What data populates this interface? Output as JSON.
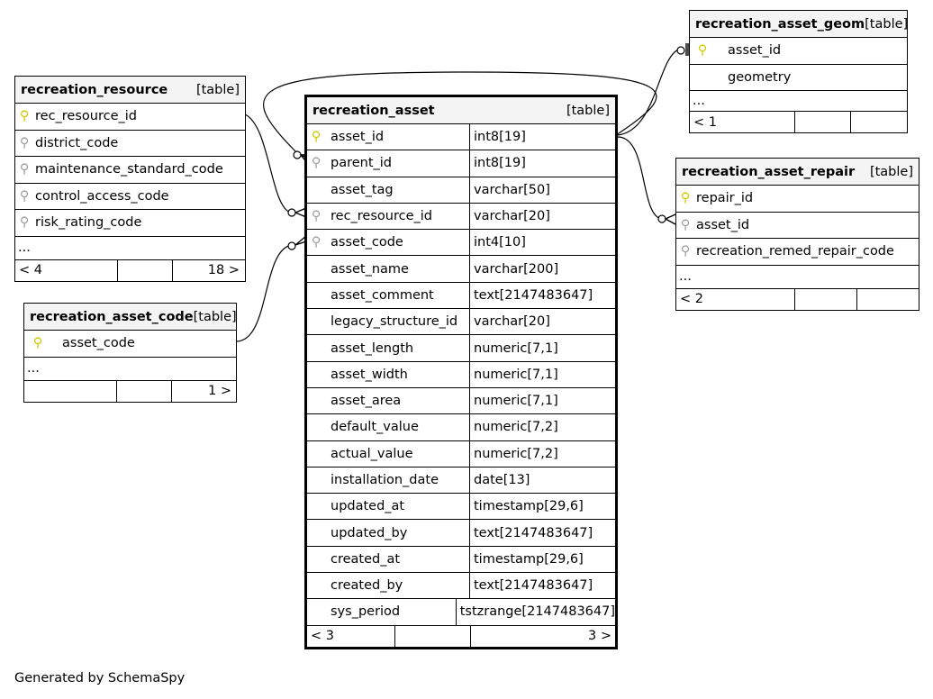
{
  "tables": {
    "recreation_resource": {
      "name": "recreation_resource",
      "kind": "[table]",
      "rows": [
        {
          "name": "rec_resource_id",
          "key": "primary"
        },
        {
          "name": "district_code",
          "key": "foreign"
        },
        {
          "name": "maintenance_standard_code",
          "key": "foreign"
        },
        {
          "name": "control_access_code",
          "key": "foreign"
        },
        {
          "name": "risk_rating_code",
          "key": "foreign"
        }
      ],
      "ellipsis": "...",
      "footer_left": "< 4",
      "footer_right": "18 >"
    },
    "recreation_asset_code": {
      "name": "recreation_asset_code",
      "kind": "[table]",
      "rows": [
        {
          "name": "asset_code",
          "key": "primary"
        }
      ],
      "ellipsis": "...",
      "footer_left": "",
      "footer_right": "1 >"
    },
    "recreation_asset": {
      "name": "recreation_asset",
      "kind": "[table]",
      "rows": [
        {
          "name": "asset_id",
          "type": "int8[19]",
          "key": "primary"
        },
        {
          "name": "parent_id",
          "type": "int8[19]",
          "key": "foreign"
        },
        {
          "name": "asset_tag",
          "type": "varchar[50]",
          "key": ""
        },
        {
          "name": "rec_resource_id",
          "type": "varchar[20]",
          "key": "foreign"
        },
        {
          "name": "asset_code",
          "type": "int4[10]",
          "key": "foreign"
        },
        {
          "name": "asset_name",
          "type": "varchar[200]",
          "key": ""
        },
        {
          "name": "asset_comment",
          "type": "text[2147483647]",
          "key": ""
        },
        {
          "name": "legacy_structure_id",
          "type": "varchar[20]",
          "key": ""
        },
        {
          "name": "asset_length",
          "type": "numeric[7,1]",
          "key": ""
        },
        {
          "name": "asset_width",
          "type": "numeric[7,1]",
          "key": ""
        },
        {
          "name": "asset_area",
          "type": "numeric[7,1]",
          "key": ""
        },
        {
          "name": "default_value",
          "type": "numeric[7,2]",
          "key": ""
        },
        {
          "name": "actual_value",
          "type": "numeric[7,2]",
          "key": ""
        },
        {
          "name": "installation_date",
          "type": "date[13]",
          "key": ""
        },
        {
          "name": "updated_at",
          "type": "timestamp[29,6]",
          "key": ""
        },
        {
          "name": "updated_by",
          "type": "text[2147483647]",
          "key": ""
        },
        {
          "name": "created_at",
          "type": "timestamp[29,6]",
          "key": ""
        },
        {
          "name": "created_by",
          "type": "text[2147483647]",
          "key": ""
        },
        {
          "name": "sys_period",
          "type": "tstzrange[2147483647]",
          "key": ""
        }
      ],
      "footer_left": "< 3",
      "footer_right": "3 >"
    },
    "recreation_asset_geom": {
      "name": "recreation_asset_geom",
      "kind": "[table]",
      "rows": [
        {
          "name": "asset_id",
          "key": "primary"
        },
        {
          "name": "geometry",
          "key": ""
        }
      ],
      "ellipsis": "...",
      "footer_left": "< 1",
      "footer_right": ""
    },
    "recreation_asset_repair": {
      "name": "recreation_asset_repair",
      "kind": "[table]",
      "rows": [
        {
          "name": "repair_id",
          "key": "primary"
        },
        {
          "name": "asset_id",
          "key": "foreign"
        },
        {
          "name": "recreation_remed_repair_code",
          "key": "foreign"
        }
      ],
      "ellipsis": "...",
      "footer_left": "< 2",
      "footer_right": ""
    }
  },
  "key_colors": {
    "primary": "#d4c800",
    "foreign": "#a0a0a0"
  },
  "credit": "Generated by SchemaSpy"
}
